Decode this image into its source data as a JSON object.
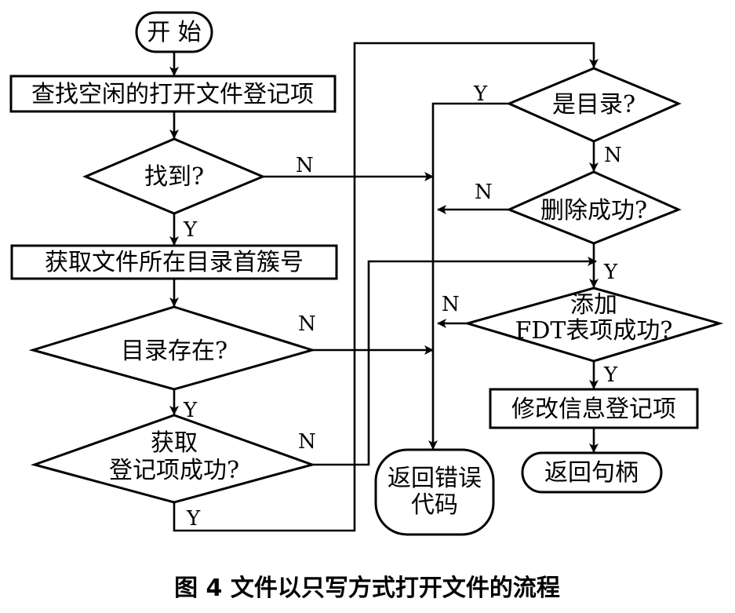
{
  "nodes": {
    "start": "开  始",
    "find_free_entry": "查找空闲的打开文件登记项",
    "found_q": "找到?",
    "get_first_cluster": "获取文件所在目录首簇号",
    "dir_exists_q": "目录存在?",
    "get_entry_q": [
      "获取",
      "登记项成功?"
    ],
    "is_dir_q": "是目录?",
    "delete_q": "删除成功?",
    "add_fdt_q": [
      "添加",
      "FDT表项成功?"
    ],
    "modify_entry": "修改信息登记项",
    "return_error": [
      "返回错误",
      "代码"
    ],
    "return_handle": "返回句柄"
  },
  "branch_labels": {
    "yes": "Y",
    "no": "N"
  },
  "caption": "图 4   文件以只写方式打开文件的流程"
}
